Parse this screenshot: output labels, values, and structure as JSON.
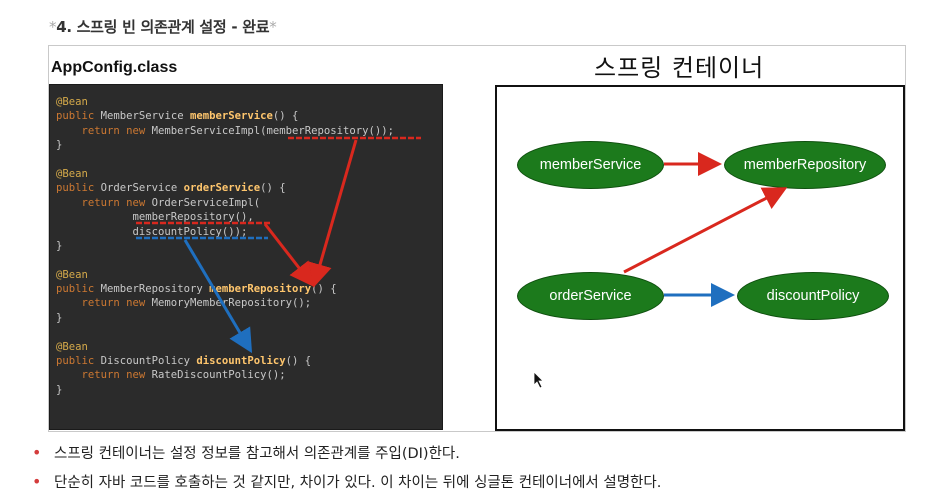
{
  "slide": {
    "title_star_left": "*",
    "title": "4. 스프링 빈 의존관계 설정 - 완료",
    "title_star_right": "*",
    "config_label": "AppConfig.class",
    "container_title": "스프링 컨테이너"
  },
  "code": {
    "lines": [
      [
        {
          "c": "ann",
          "t": "@Bean"
        }
      ],
      [
        {
          "c": "kw",
          "t": "public"
        },
        {
          "c": "plain",
          "t": " MemberService "
        },
        {
          "c": "fn",
          "t": "memberService"
        },
        {
          "c": "plain",
          "t": "() {"
        }
      ],
      [
        {
          "c": "plain",
          "t": "    "
        },
        {
          "c": "kw",
          "t": "return new"
        },
        {
          "c": "plain",
          "t": " MemberServiceImpl(memberRepository());"
        }
      ],
      [
        {
          "c": "plain",
          "t": "}"
        }
      ],
      [
        {
          "c": "plain",
          "t": ""
        }
      ],
      [
        {
          "c": "ann",
          "t": "@Bean"
        }
      ],
      [
        {
          "c": "kw",
          "t": "public"
        },
        {
          "c": "plain",
          "t": " OrderService "
        },
        {
          "c": "fn",
          "t": "orderService"
        },
        {
          "c": "plain",
          "t": "() {"
        }
      ],
      [
        {
          "c": "plain",
          "t": "    "
        },
        {
          "c": "kw",
          "t": "return new"
        },
        {
          "c": "plain",
          "t": " OrderServiceImpl("
        }
      ],
      [
        {
          "c": "plain",
          "t": "            memberRepository(),"
        }
      ],
      [
        {
          "c": "plain",
          "t": "            discountPolicy());"
        }
      ],
      [
        {
          "c": "plain",
          "t": "}"
        }
      ],
      [
        {
          "c": "plain",
          "t": ""
        }
      ],
      [
        {
          "c": "ann",
          "t": "@Bean"
        }
      ],
      [
        {
          "c": "kw",
          "t": "public"
        },
        {
          "c": "plain",
          "t": " MemberRepository "
        },
        {
          "c": "fn",
          "t": "memberRepository"
        },
        {
          "c": "plain",
          "t": "() {"
        }
      ],
      [
        {
          "c": "plain",
          "t": "    "
        },
        {
          "c": "kw",
          "t": "return new"
        },
        {
          "c": "plain",
          "t": " MemoryMemberRepository();"
        }
      ],
      [
        {
          "c": "plain",
          "t": "}"
        }
      ],
      [
        {
          "c": "plain",
          "t": ""
        }
      ],
      [
        {
          "c": "ann",
          "t": "@Bean"
        }
      ],
      [
        {
          "c": "kw",
          "t": "public"
        },
        {
          "c": "plain",
          "t": " DiscountPolicy "
        },
        {
          "c": "fn",
          "t": "discountPolicy"
        },
        {
          "c": "plain",
          "t": "() {"
        }
      ],
      [
        {
          "c": "plain",
          "t": "    "
        },
        {
          "c": "kw",
          "t": "return new"
        },
        {
          "c": "plain",
          "t": " RateDiscountPolicy();"
        }
      ],
      [
        {
          "c": "plain",
          "t": "}"
        }
      ]
    ]
  },
  "diagram": {
    "nodes": {
      "member_service": "memberService",
      "member_repository": "memberRepository",
      "order_service": "orderService",
      "discount_policy": "discountPolicy"
    },
    "colors": {
      "node": "#1c7a1c",
      "red_arrow": "#d9281e",
      "blue_arrow": "#1f6fbf"
    }
  },
  "bullets": [
    "스프링 컨테이너는 설정 정보를 참고해서 의존관계를 주입(DI)한다.",
    "단순히 자바 코드를 호출하는 것 같지만, 차이가 있다. 이 차이는 뒤에 싱글톤 컨테이너에서 설명한다."
  ]
}
